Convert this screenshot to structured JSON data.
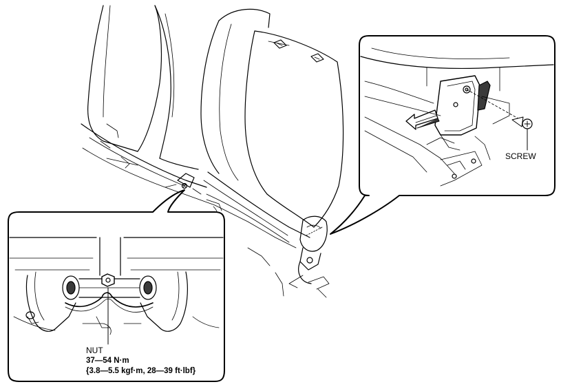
{
  "labels": {
    "nut": "NUT",
    "torque": "37—54 N·m",
    "torque_alt": "{3.8—5.5 kgf·m, 28—39 ft·lbf}",
    "screw": "SCREW"
  },
  "colors": {
    "line": "#000000",
    "background": "#ffffff",
    "shade": "#3a3a3a"
  }
}
